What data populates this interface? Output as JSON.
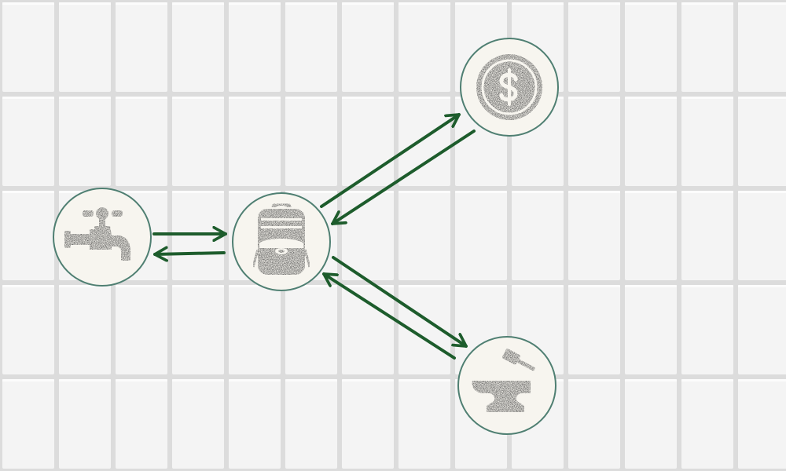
{
  "diagram": {
    "nodes": [
      {
        "id": "water-tap",
        "icon": "water-tap-icon"
      },
      {
        "id": "backpack",
        "icon": "backpack-icon"
      },
      {
        "id": "money",
        "icon": "dollar-coin-icon"
      },
      {
        "id": "forge",
        "icon": "anvil-hammer-icon"
      }
    ],
    "edges": [
      {
        "from": "water-tap",
        "to": "backpack"
      },
      {
        "from": "backpack",
        "to": "water-tap"
      },
      {
        "from": "backpack",
        "to": "money"
      },
      {
        "from": "money",
        "to": "backpack"
      },
      {
        "from": "backpack",
        "to": "forge"
      },
      {
        "from": "forge",
        "to": "backpack"
      }
    ]
  },
  "colors": {
    "arrow": "#1d5c2c",
    "icon": "#3a3a3a",
    "node_fill": "#f7f5ef",
    "node_border": "#4f7f72",
    "tile": "#f4f4f4",
    "grout": "#dedede"
  }
}
